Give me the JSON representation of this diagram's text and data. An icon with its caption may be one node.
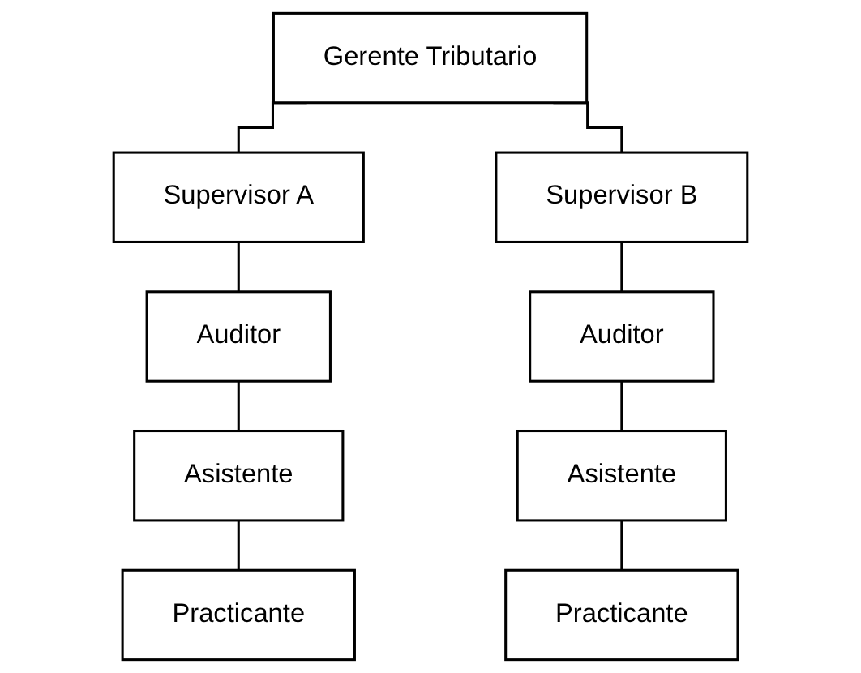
{
  "diagram": {
    "nodes": [
      {
        "text": [
          "Gerente Tributario"
        ]
      },
      {
        "text": [
          "Supervisor A"
        ]
      },
      {
        "text": [
          "Supervisor B"
        ]
      },
      {
        "text": [
          "Auditor"
        ]
      },
      {
        "text": [
          "Auditor"
        ]
      },
      {
        "text": [
          "Asistente"
        ]
      },
      {
        "text": [
          "Asistente"
        ]
      },
      {
        "text": [
          "Practicante"
        ]
      },
      {
        "text": [
          "Practicante"
        ]
      }
    ],
    "edges": [
      {
        "from": 0,
        "to": 1,
        "arrow": "none"
      },
      {
        "from": 0,
        "to": 2,
        "arrow": "none"
      },
      {
        "from": 1,
        "to": 3,
        "arrow": "none"
      },
      {
        "from": 2,
        "to": 4,
        "arrow": "none"
      },
      {
        "from": 3,
        "to": 5,
        "arrow": "none"
      },
      {
        "from": 4,
        "to": 6,
        "arrow": "none"
      },
      {
        "from": 5,
        "to": 7,
        "arrow": "none"
      },
      {
        "from": 6,
        "to": 8,
        "arrow": "none"
      }
    ]
  }
}
